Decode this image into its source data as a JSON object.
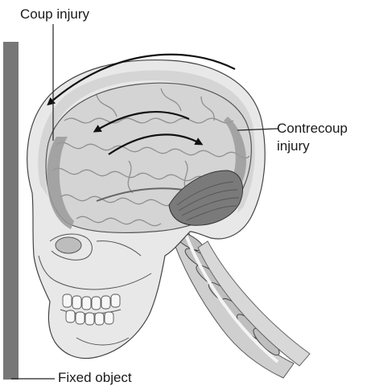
{
  "labels": {
    "coup": "Coup injury",
    "contrecoup_line1": "Contrecoup",
    "contrecoup_line2": "injury",
    "fixed_object": "Fixed object"
  },
  "colors": {
    "wall": "#777777",
    "skull": "#e8e8e8",
    "skull_shadow": "#bdbdbd",
    "brain": "#d4d4d4",
    "brain_gyri": "#8f8f8f",
    "injury_zone": "#9a9a9a",
    "cerebellum": "#7a7a7a",
    "arrow": "#111111",
    "leader": "#222222"
  },
  "icons": [
    "head-impact-illustration",
    "motion-arrow"
  ]
}
